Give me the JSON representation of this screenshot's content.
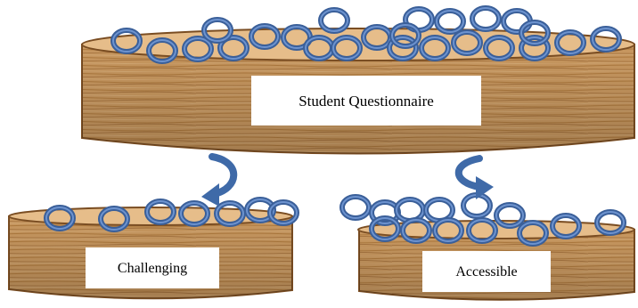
{
  "diagram": {
    "top_bowl": {
      "label": "Student Questionnaire"
    },
    "left_bowl": {
      "label": "Challenging"
    },
    "right_bowl": {
      "label": "Accessible"
    }
  },
  "colors": {
    "background": "#ffffff",
    "wood_light": "#d9a66b",
    "wood_mid": "#c28545",
    "wood_dark": "#8a5a2b",
    "rim_fill": "#e8c08e",
    "rim_stroke": "#7a4d22",
    "ring_stroke": "#3a5f99",
    "ring_fill": "#5f86c4",
    "arrow": "#3f6aa8",
    "label_box": "#ffffff"
  }
}
